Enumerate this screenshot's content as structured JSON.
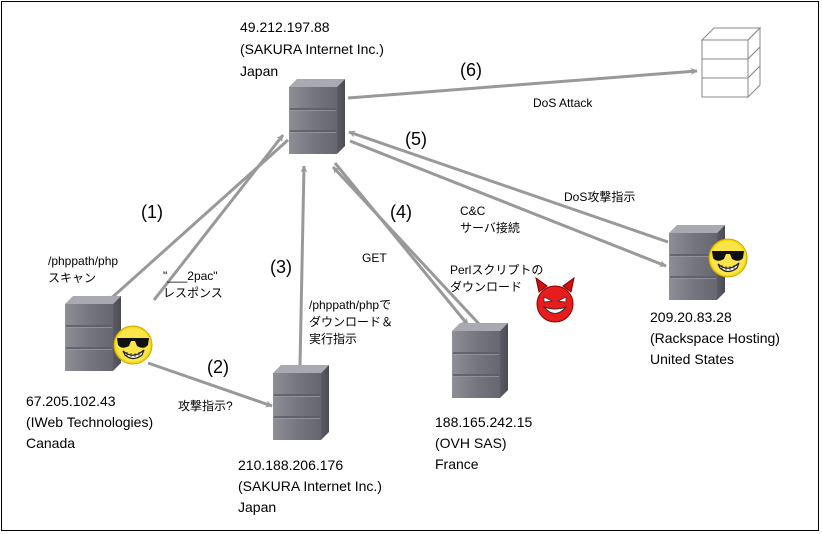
{
  "hosts": {
    "sakura_top": {
      "ip": "49.212.197.88",
      "org": "(SAKURA Internet Inc.)",
      "country": "Japan"
    },
    "iweb": {
      "ip": "67.205.102.43",
      "org": "(IWeb Technologies)",
      "country": "Canada"
    },
    "sakura_bottom": {
      "ip": "210.188.206.176",
      "org": "(SAKURA Internet Inc.)",
      "country": "Japan"
    },
    "ovh": {
      "ip": "188.165.242.15",
      "org": "(OVH SAS)",
      "country": "France"
    },
    "rackspace": {
      "ip": "209.20.83.28",
      "org": "(Rackspace Hosting)",
      "country": "United States"
    }
  },
  "steps": {
    "s1": {
      "num": "(1)",
      "label_scan": "/phppath/php\nスキャン",
      "label_resp": "\"___2pac\"\nレスポンス"
    },
    "s2": {
      "num": "(2)",
      "label": "攻撃指示?"
    },
    "s3": {
      "num": "(3)",
      "label": "/phppath/phpで\nダウンロード＆\n実行指示"
    },
    "s4": {
      "num": "(4)",
      "label_get": "GET",
      "label_perl": "Perlスクリプトの\nダウンロード"
    },
    "s5": {
      "num": "(5)",
      "label_cc": "C&C\nサーバ接続",
      "label_dos_cmd": "DoS攻撃指示"
    },
    "s6": {
      "num": "(6)",
      "label": "DoS Attack"
    }
  },
  "colors": {
    "arrow": "#999999",
    "server": "#76767e",
    "face": "#f5d800",
    "devil": "#e81c1c"
  },
  "icons": [
    "server-icon",
    "target-server-icon",
    "sunglasses-smiley-icon",
    "devil-icon"
  ]
}
